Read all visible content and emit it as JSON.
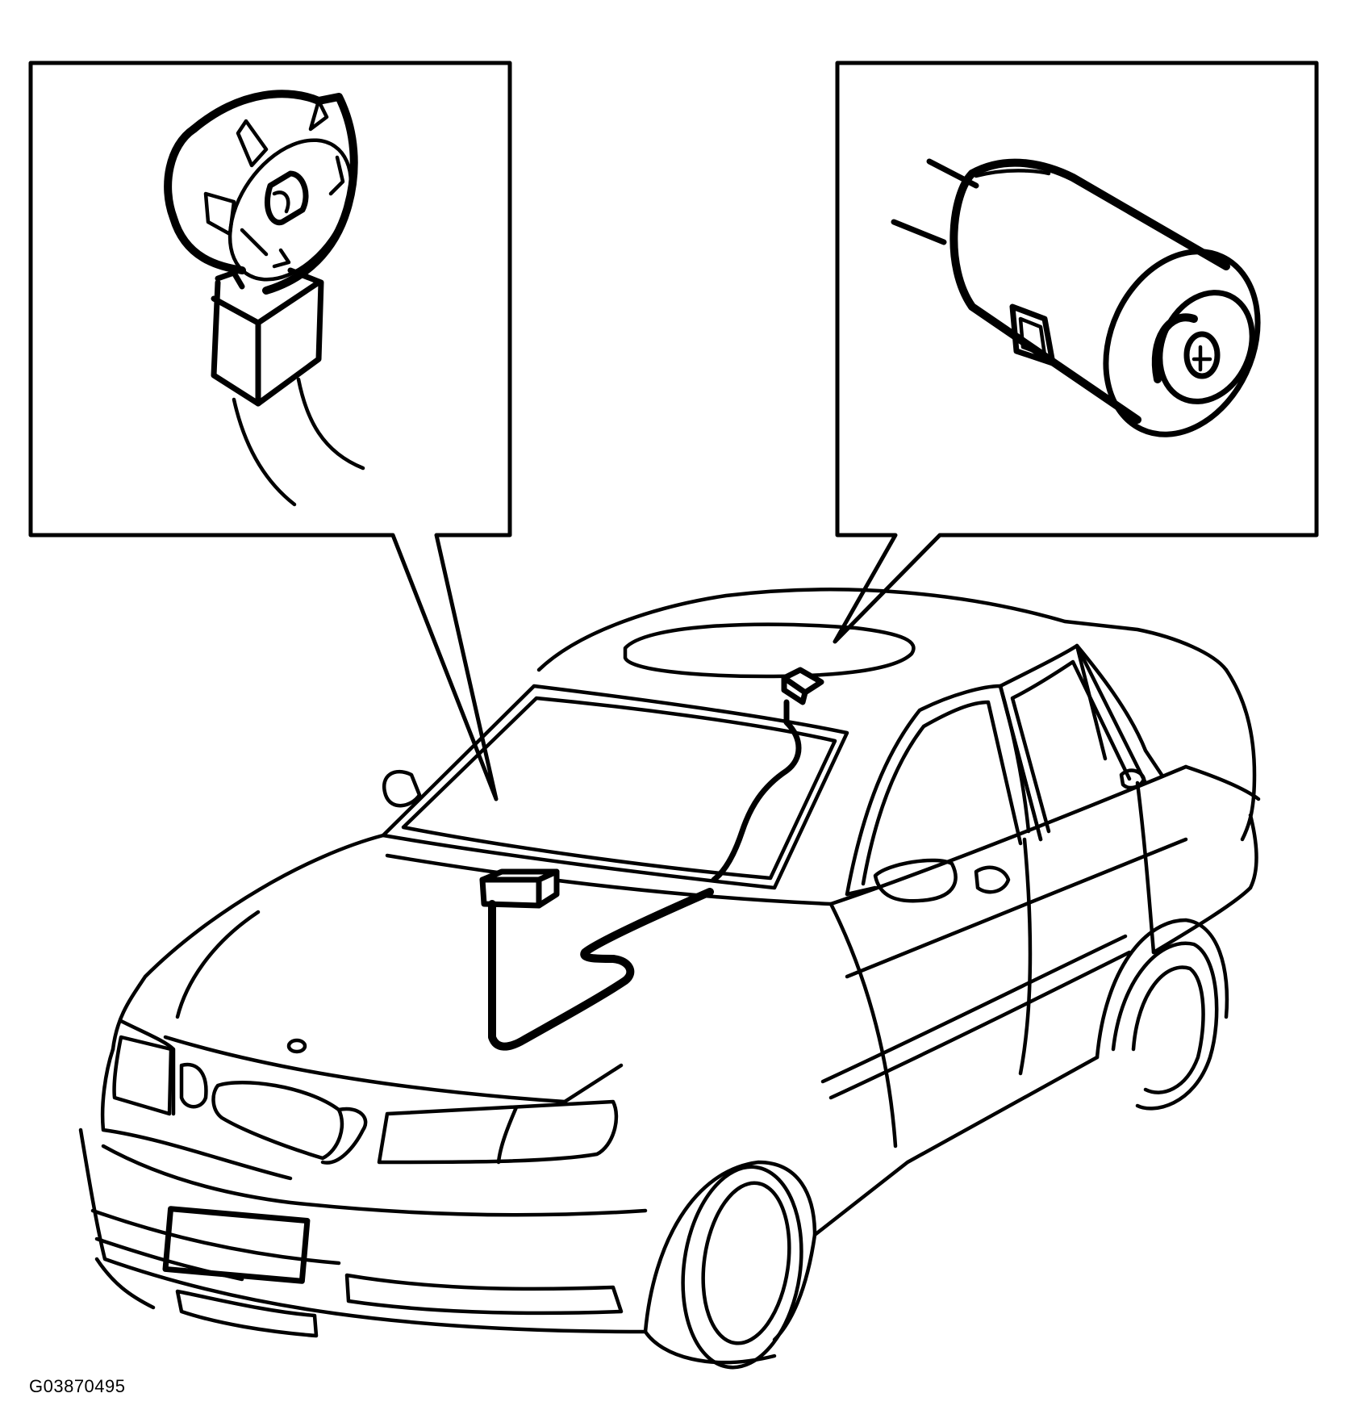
{
  "figure": {
    "id_label": "G03870495"
  },
  "callouts": [
    {
      "name": "windshield-sensor-detail",
      "icon": "rain-light-sensor-connector-icon"
    },
    {
      "name": "roof-module-detail",
      "icon": "cylindrical-sensor-icon"
    }
  ],
  "colors": {
    "line": "#000000",
    "background": "#ffffff"
  }
}
